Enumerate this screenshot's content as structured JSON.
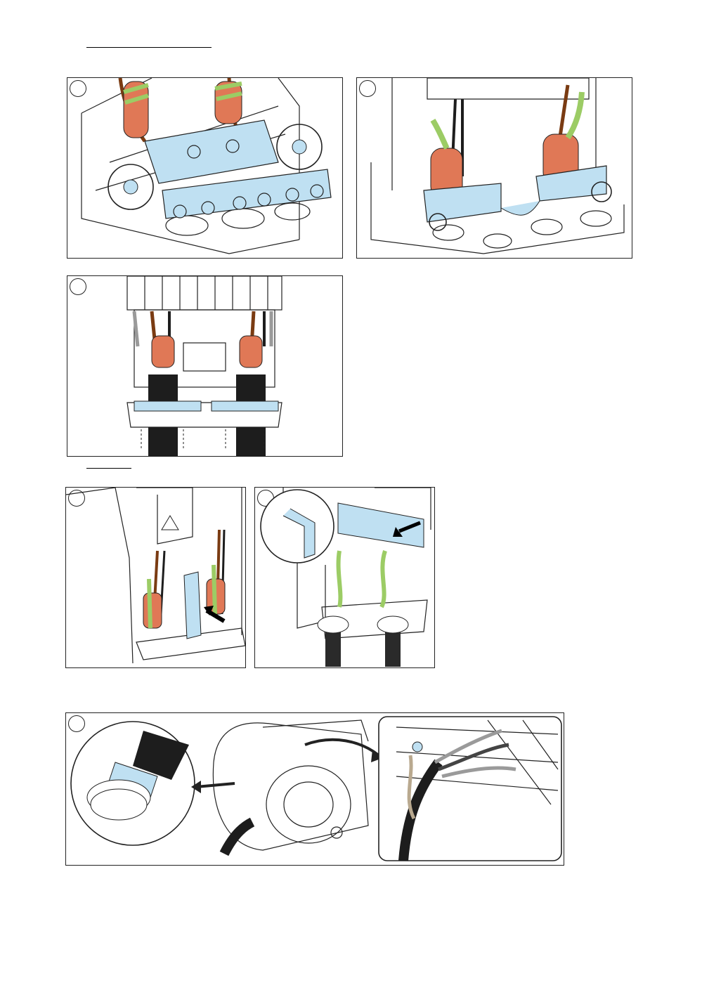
{
  "figures": [
    {
      "id": "fig-1",
      "step": ""
    },
    {
      "id": "fig-2",
      "step": ""
    },
    {
      "id": "fig-3",
      "step": ""
    },
    {
      "id": "fig-4",
      "step": ""
    },
    {
      "id": "fig-5",
      "step": ""
    },
    {
      "id": "fig-6",
      "step": ""
    }
  ],
  "colors": {
    "highlight": "#bfe0f2",
    "copper_wrap": "#e07856",
    "earth_green": "#9ccc65",
    "earth_yellow": "#e8e070",
    "cable_brown": "#7a3b12",
    "cable_black": "#1d1d1d",
    "cable_grey": "#9a9a9a"
  },
  "icons": [
    "bolt-icon",
    "cable-clamp-icon",
    "arrow-icon",
    "zoom-circle-icon",
    "motor-icon"
  ]
}
